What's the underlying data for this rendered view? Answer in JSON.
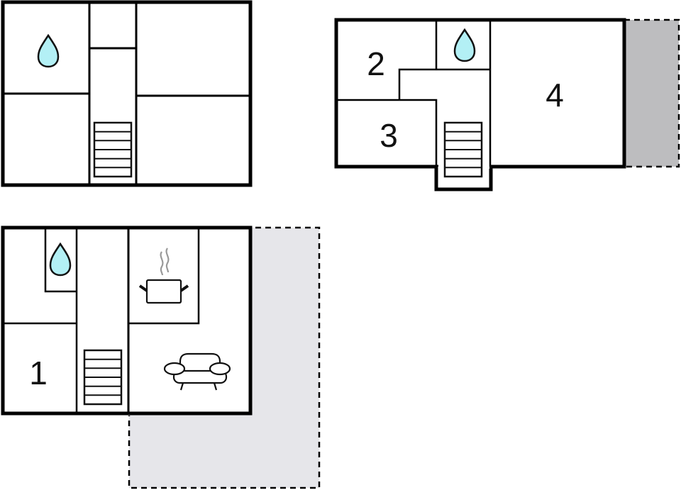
{
  "diagram": {
    "type": "floor-plan",
    "floors": [
      {
        "id": "floor-top-left",
        "rooms": [
          "bathroom",
          "hall",
          "stairs"
        ],
        "icons": [
          "water-drop",
          "stairs"
        ]
      },
      {
        "id": "floor-top-right",
        "rooms": [
          {
            "label": "2"
          },
          {
            "label": "3"
          },
          {
            "label": "4"
          },
          {
            "name": "bathroom"
          }
        ],
        "icons": [
          "water-drop",
          "stairs"
        ],
        "terrace": "gray-dashed"
      },
      {
        "id": "floor-bottom",
        "rooms": [
          {
            "label": "1"
          },
          {
            "name": "bathroom"
          },
          {
            "name": "kitchen"
          },
          {
            "name": "living-room"
          }
        ],
        "icons": [
          "water-drop",
          "stairs",
          "cooking-pot",
          "sofa"
        ],
        "terrace": "lightgray-dashed"
      }
    ],
    "room_labels": {
      "r1": "1",
      "r2": "2",
      "r3": "3",
      "r4": "4"
    },
    "colors": {
      "wall": "#000000",
      "water": "#b3f0f5",
      "terrace_dark": "#bdbdbf",
      "terrace_light": "#e6e6ea",
      "steam": "#999999"
    }
  }
}
